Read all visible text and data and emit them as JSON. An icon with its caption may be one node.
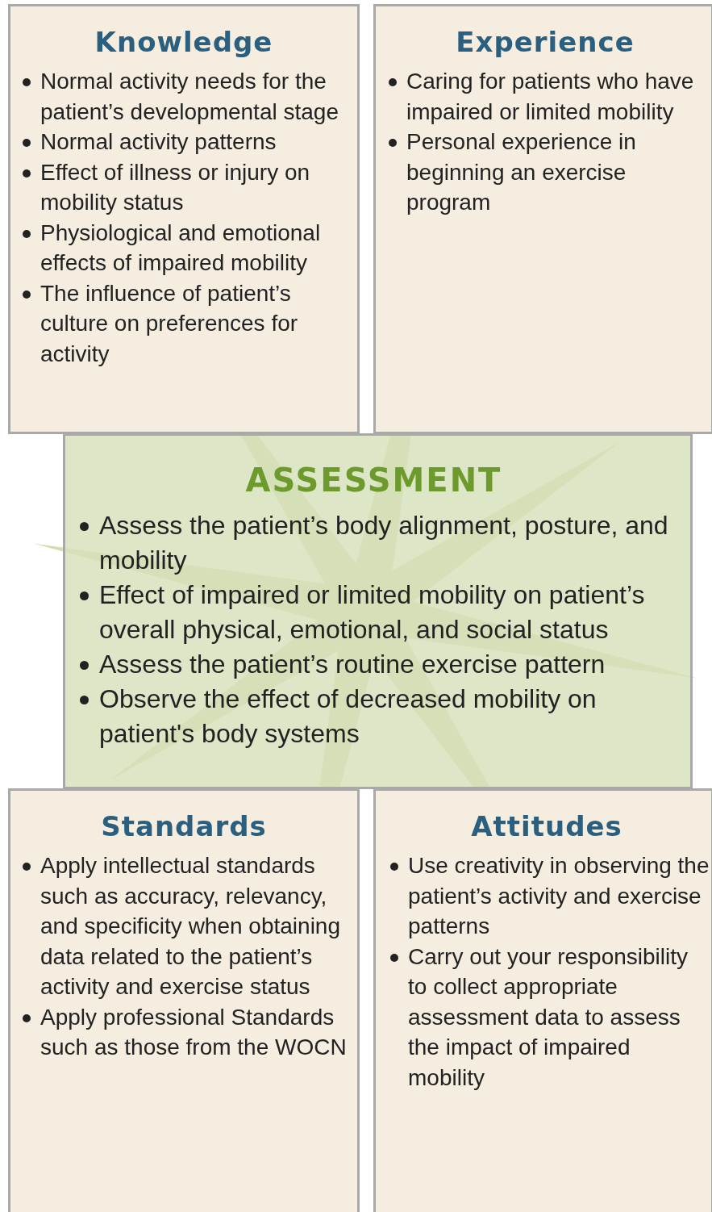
{
  "diagram": {
    "nodes": [
      {
        "text": [
          "Knowledge",
          "Normal activity needs for the patient’s developmental stage",
          "Normal activity patterns",
          "Effect of illness or injury on mobility status",
          "Physiological and emotional effects of impaired mobility",
          "The influence of patient’s culture on preferences for activity"
        ]
      },
      {
        "text": [
          "Experience",
          "Caring for patients who have impaired or limited mobility",
          "Personal experience in beginning an exercise program"
        ]
      },
      {
        "text": [
          "ASSESSMENT",
          "Assess the patient’s body alignment, posture, and mobility",
          "Effect of impaired or limited mobility on patient’s overall physical, emotional, and social status",
          "Assess the patient’s routine exercise pattern",
          "Observe the effect of decreased mobility on patient's body systems"
        ]
      },
      {
        "text": [
          "Standards",
          "Apply intellectual standards such as accuracy, relevancy, and specificity when obtaining data related to the patient’s activity and exercise status",
          "Apply professional Standards such as those from the WOCN"
        ]
      },
      {
        "text": [
          "Attitudes",
          "Use creativity in observing the patient’s activity and exercise patterns",
          "Carry out your responsibility to collect appropriate assessment data to assess the impact of impaired mobility"
        ]
      }
    ]
  }
}
